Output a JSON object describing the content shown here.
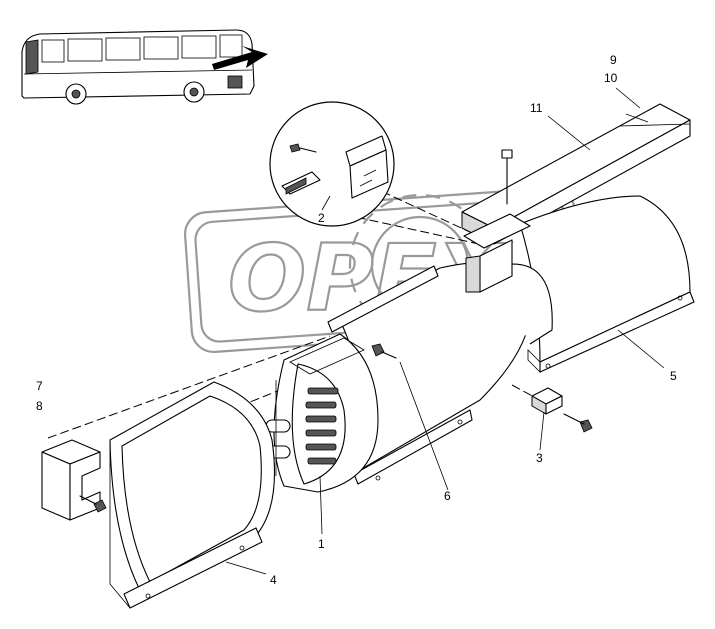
{
  "watermark": {
    "text": "OPEX"
  },
  "callouts": [
    {
      "id": "1",
      "label": "1"
    },
    {
      "id": "2",
      "label": "2"
    },
    {
      "id": "3",
      "label": "3"
    },
    {
      "id": "4",
      "label": "4"
    },
    {
      "id": "5",
      "label": "5"
    },
    {
      "id": "6",
      "label": "6"
    },
    {
      "id": "7",
      "label": "7"
    },
    {
      "id": "8",
      "label": "8"
    },
    {
      "id": "9",
      "label": "9"
    },
    {
      "id": "10",
      "label": "10"
    },
    {
      "id": "11",
      "label": "11"
    }
  ],
  "icons": {
    "bus": "bus-locator-icon",
    "arrow": "location-arrow-icon",
    "detail": "detail-magnifier-circle"
  }
}
